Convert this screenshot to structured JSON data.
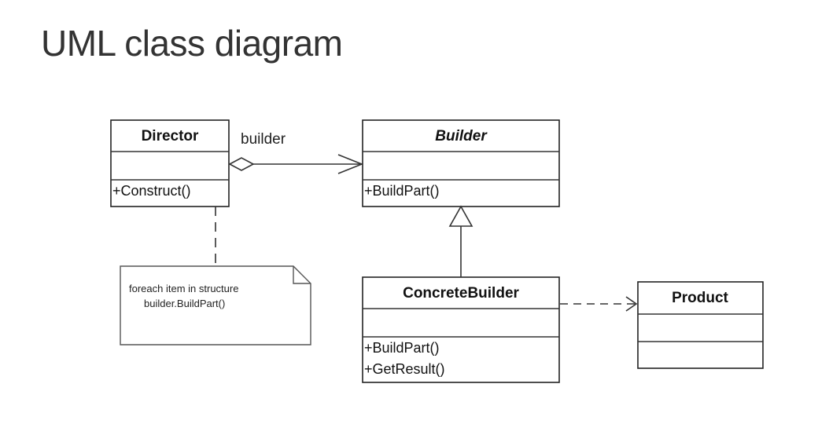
{
  "page": {
    "title": "UML class diagram"
  },
  "classes": {
    "director": {
      "name": "Director",
      "operations": [
        "+Construct()"
      ]
    },
    "builder": {
      "name": "Builder",
      "operations": [
        "+BuildPart()"
      ]
    },
    "concrete_builder": {
      "name": "ConcreteBuilder",
      "operations": [
        "+BuildPart()",
        "+GetResult()"
      ]
    },
    "product": {
      "name": "Product",
      "operations": []
    }
  },
  "associations": {
    "director_builder_role": "builder"
  },
  "note": {
    "lines": [
      "foreach item in structure",
      "builder.BuildPart()"
    ]
  }
}
